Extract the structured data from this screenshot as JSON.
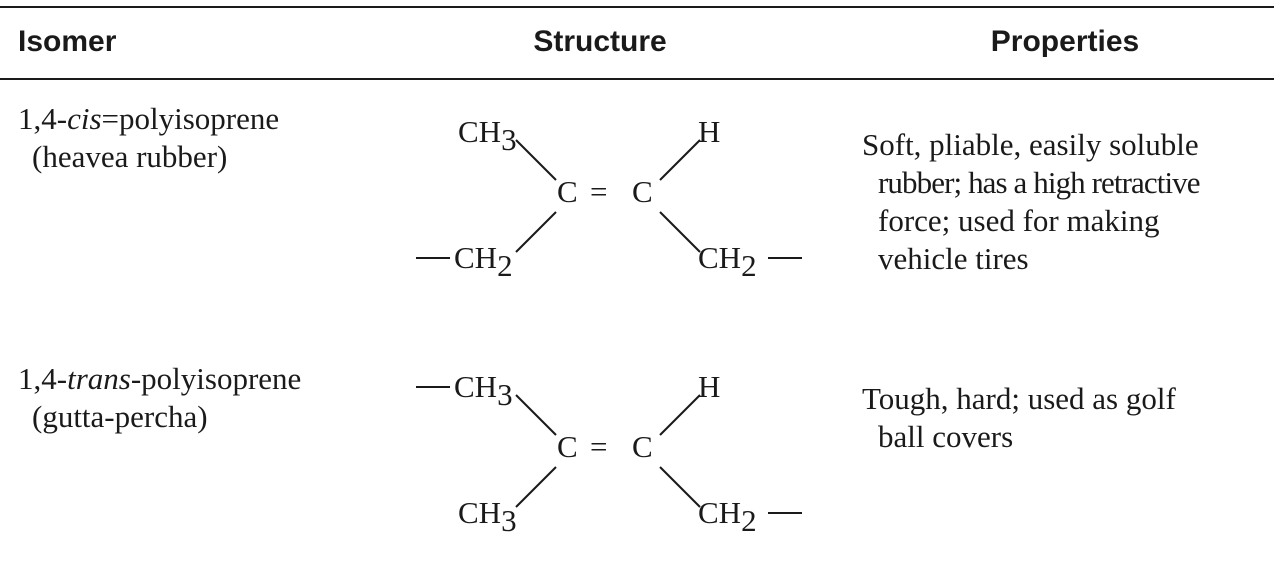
{
  "header": {
    "isomer": "Isomer",
    "structure": "Structure",
    "properties": "Properties"
  },
  "rows": [
    {
      "name_prefix": "1,4-",
      "name_italic": "cis",
      "name_suffix": "=polyisoprene",
      "common_name": "(heavea rubber)",
      "structure": {
        "top_left": "CH",
        "top_left_sub": "3",
        "top_right": "H",
        "center_left": "C",
        "double_bond": "=",
        "center_right": "C",
        "bottom_left": "CH",
        "bottom_left_sub": "2",
        "bottom_right": "CH",
        "bottom_right_sub": "2"
      },
      "properties": [
        "Soft, pliable, easily soluble",
        "rubber; has a high retractive",
        "force; used for making",
        "vehicle tires"
      ]
    },
    {
      "name_prefix": "1,4-",
      "name_italic": "trans",
      "name_suffix": "-polyisoprene",
      "common_name": "(gutta-percha)",
      "structure": {
        "top_left": "CH",
        "top_left_sub": "3",
        "top_right": "H",
        "center_left": "C",
        "double_bond": "=",
        "center_right": "C",
        "bottom_left": "CH",
        "bottom_left_sub": "3",
        "bottom_right": "CH",
        "bottom_right_sub": "2"
      },
      "properties": [
        "Tough, hard; used as golf",
        "ball covers"
      ]
    }
  ]
}
